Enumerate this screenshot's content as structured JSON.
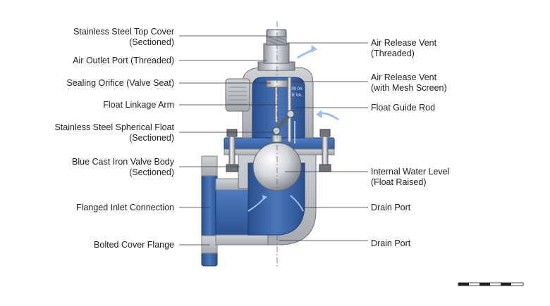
{
  "colors": {
    "body_blue": "#3b64a6",
    "body_blue_dark": "#1f3f78",
    "cast_grey": "#b9bcc1",
    "steel": "#c9ccd2",
    "leader": "#333333"
  },
  "labels_left": [
    {
      "id": "top-cover",
      "lines": [
        "Stainless Steel Top Cover",
        "(Sectioned)"
      ]
    },
    {
      "id": "air-outlet-port",
      "lines": [
        "Air Outlet Port (Threaded)"
      ]
    },
    {
      "id": "sealing-orifice",
      "lines": [
        "Sealing Orifice (Valve Seat)"
      ]
    },
    {
      "id": "float-linkage-arm",
      "lines": [
        "Float Linkage Arm"
      ]
    },
    {
      "id": "spherical-float",
      "lines": [
        "Stainless Steel Spherical Float",
        "(Sectioned)"
      ]
    },
    {
      "id": "valve-body",
      "lines": [
        "Blue Cast Iron Valve Body",
        "(Sectioned)"
      ]
    },
    {
      "id": "inlet-connection",
      "lines": [
        "Flanged Inlet Connection"
      ]
    },
    {
      "id": "cover-flange",
      "lines": [
        "Bolted Cover Flange"
      ]
    }
  ],
  "labels_right": [
    {
      "id": "vent-threaded",
      "lines": [
        "Air Release Vent",
        "(Threaded)"
      ]
    },
    {
      "id": "vent-mesh",
      "lines": [
        "Air Release Vent",
        "(with Mesh Screen)"
      ]
    },
    {
      "id": "guide-rod",
      "lines": [
        "Float Guide Rod"
      ]
    },
    {
      "id": "water-level",
      "lines": [
        "Internal Water Level",
        "(Float Raised)"
      ]
    },
    {
      "id": "drain-port-1",
      "lines": [
        "Drain Port"
      ]
    },
    {
      "id": "drain-port-2",
      "lines": [
        "Drain Port"
      ]
    }
  ],
  "body_text": {
    "line1": "ARI 0X",
    "line2": "AIR VA.."
  }
}
